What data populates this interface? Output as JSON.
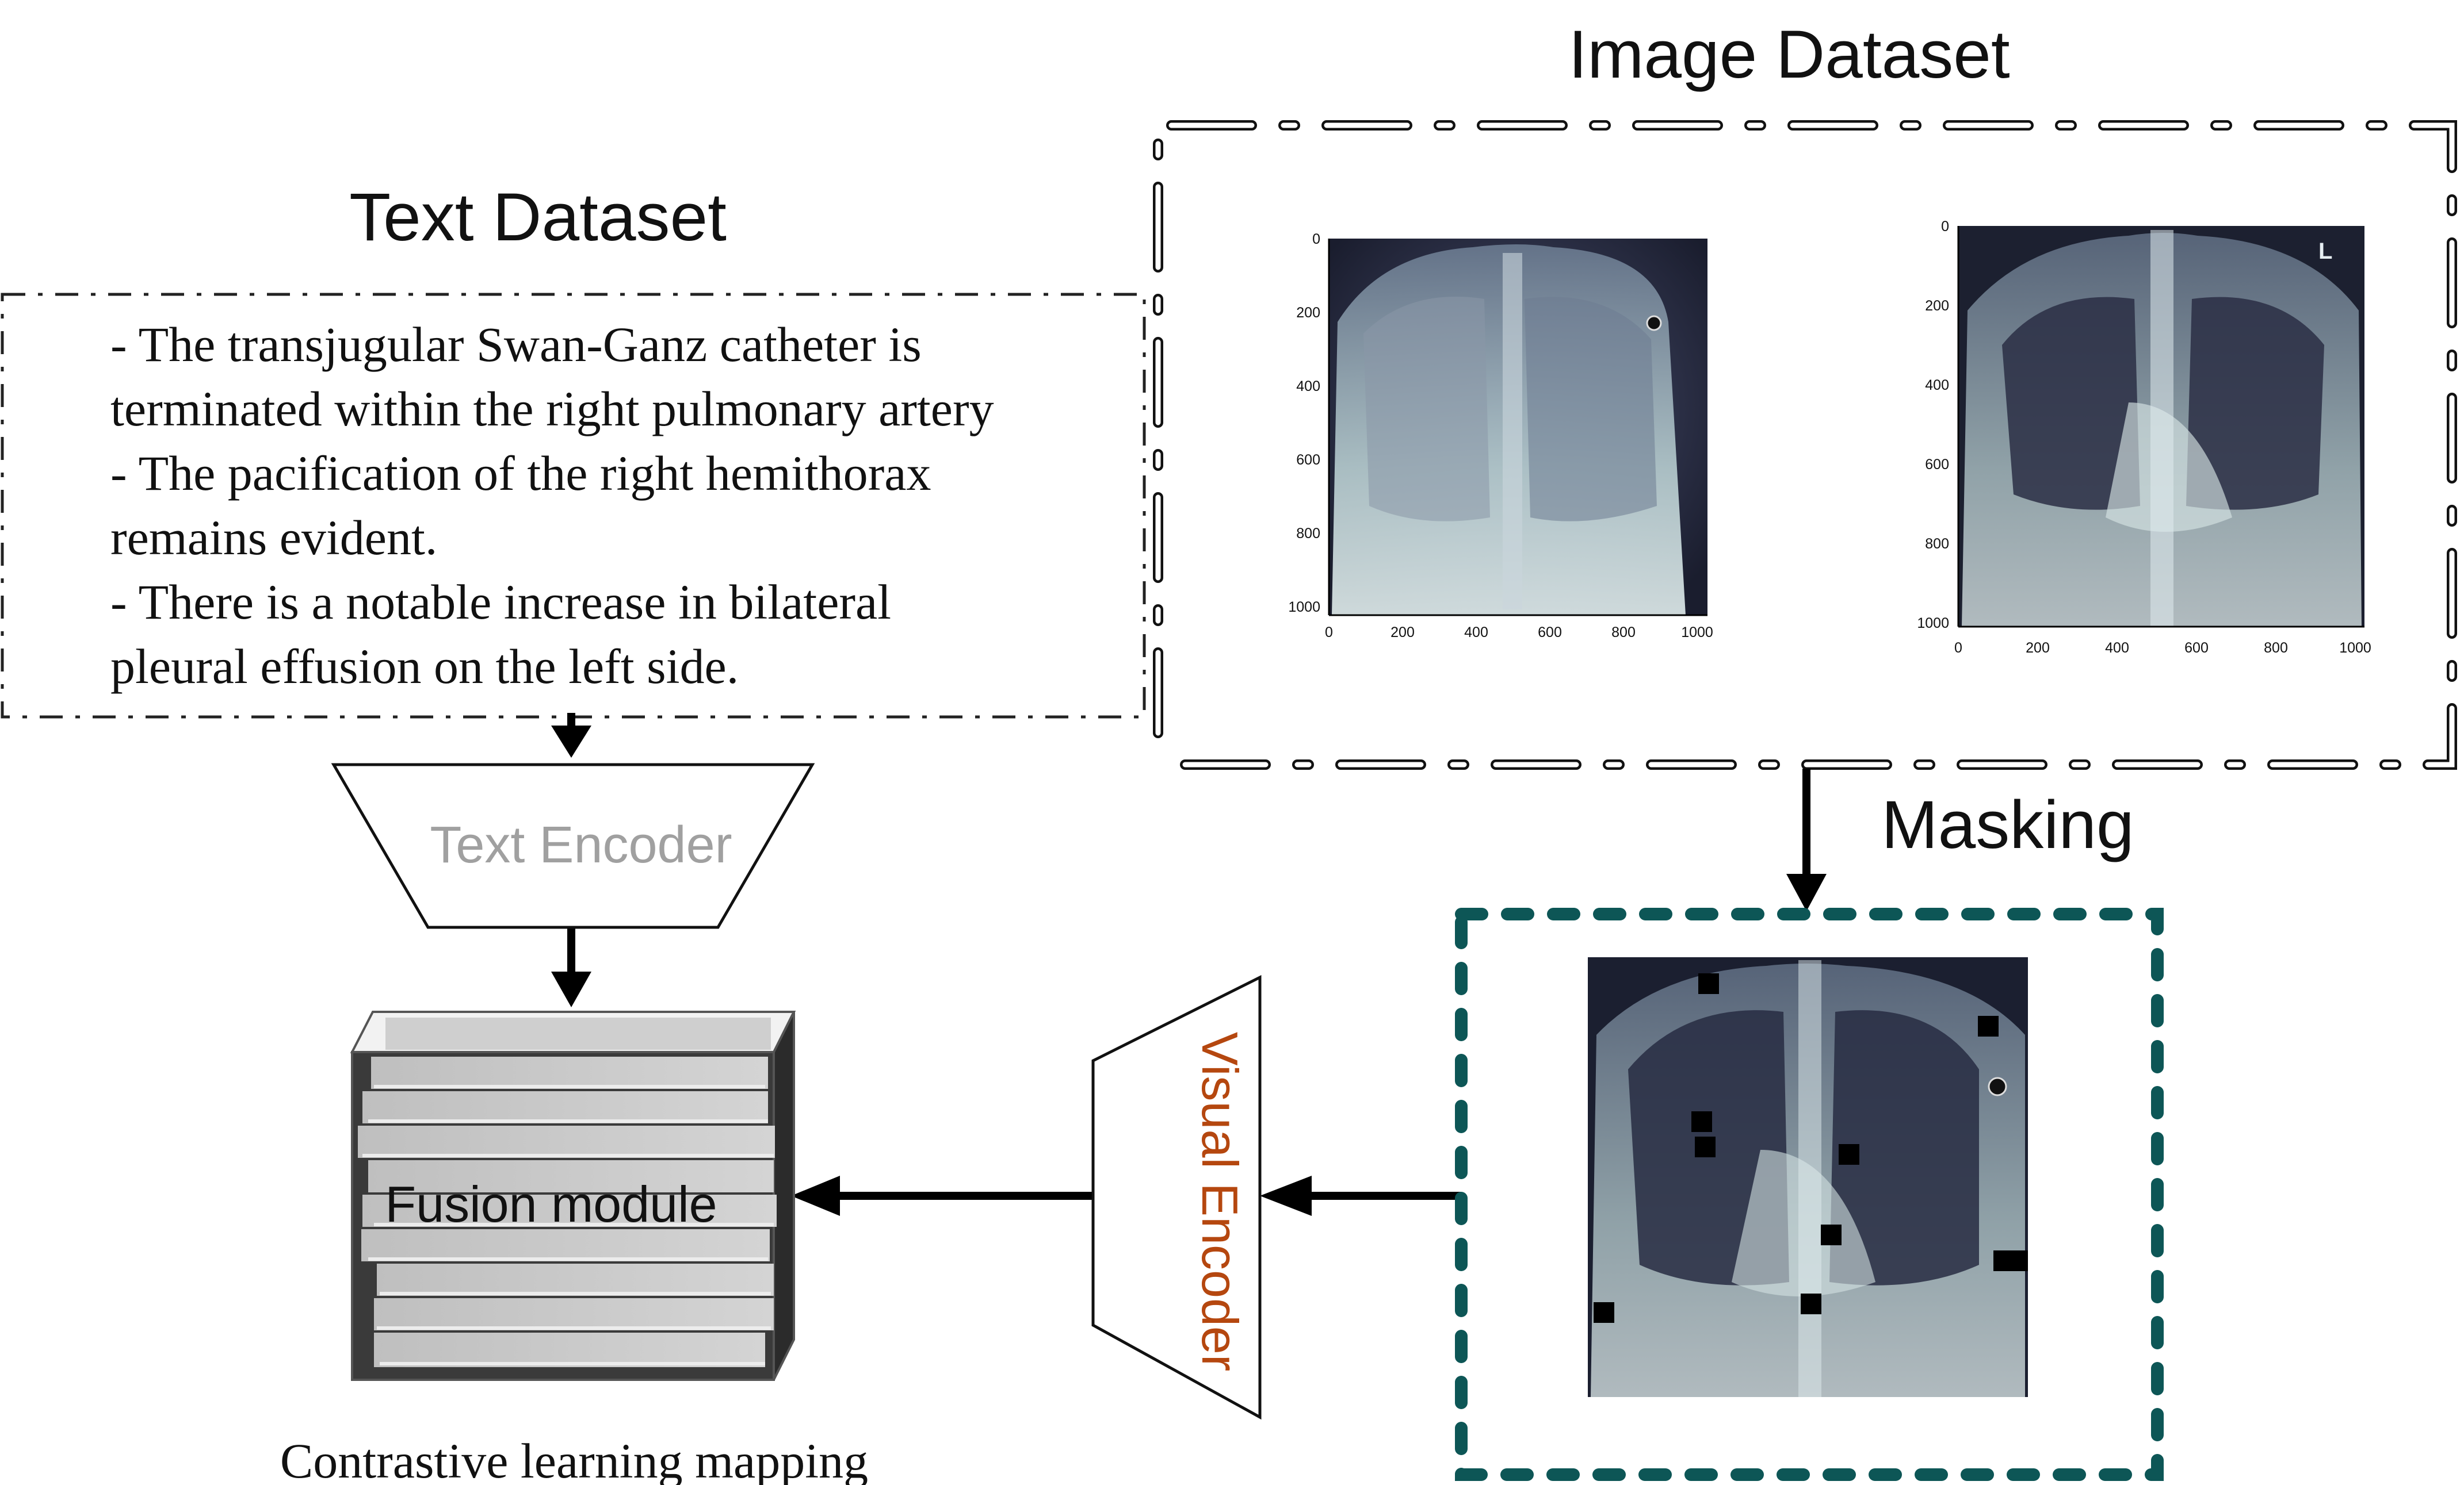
{
  "titles": {
    "image_dataset": "Image Dataset",
    "text_dataset": "Text Dataset",
    "masking": "Masking"
  },
  "report_lines": [
    "- The transjugular Swan-Ganz catheter is",
    "terminated within the right pulmonary artery",
    "- The pacification of the right hemithorax",
    "remains evident.",
    "- There is a notable increase in bilateral",
    "pleural effusion on the left side."
  ],
  "encoders": {
    "text": "Text Encoder",
    "visual": "Visual Encoder"
  },
  "fusion": {
    "label": "Fusion module",
    "caption": "Contrastive learning mapping"
  },
  "xray_1": {
    "x_ticks": [
      "0",
      "200",
      "400",
      "600",
      "800",
      "1000"
    ],
    "y_ticks": [
      "0",
      "200",
      "400",
      "600",
      "800",
      "1000"
    ]
  },
  "xray_2": {
    "x_ticks": [
      "0",
      "200",
      "400",
      "600",
      "800",
      "1000"
    ],
    "y_ticks": [
      "0",
      "200",
      "400",
      "600",
      "800",
      "1000"
    ]
  },
  "colors": {
    "text_encoder_label": "#a0a0a0",
    "visual_encoder_label": "#b5470f",
    "mask_frame": "#0d5656"
  }
}
